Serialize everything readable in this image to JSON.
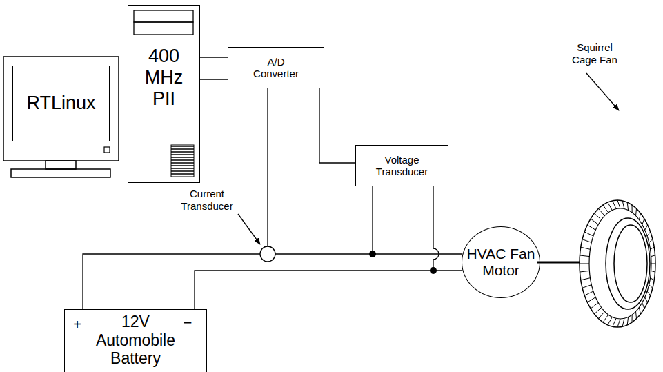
{
  "diagram": {
    "nodes": [
      {
        "text": [
          "RTLinux"
        ]
      },
      {
        "text": [
          "400 MHz PII"
        ]
      },
      {
        "text": [
          "A/D Converter"
        ]
      },
      {
        "text": [
          "Voltage Transducer"
        ]
      },
      {
        "text": [
          "HVAC Fan Motor"
        ]
      },
      {
        "text": [
          "12V Automobile Battery"
        ]
      }
    ],
    "edges": [
      {
        "from": 1,
        "to": 2,
        "arrow": "none"
      },
      {
        "from": 1,
        "to": 2,
        "arrow": "none"
      },
      {
        "from": 2,
        "to": 3,
        "arrow": "none"
      },
      {
        "from": 5,
        "to": 4,
        "arrow": "none"
      },
      {
        "from": 5,
        "to": 4,
        "arrow": "none"
      }
    ],
    "labels": [
      "Current Transducer",
      "Squirrel Cage Fan",
      "+",
      "−"
    ]
  }
}
